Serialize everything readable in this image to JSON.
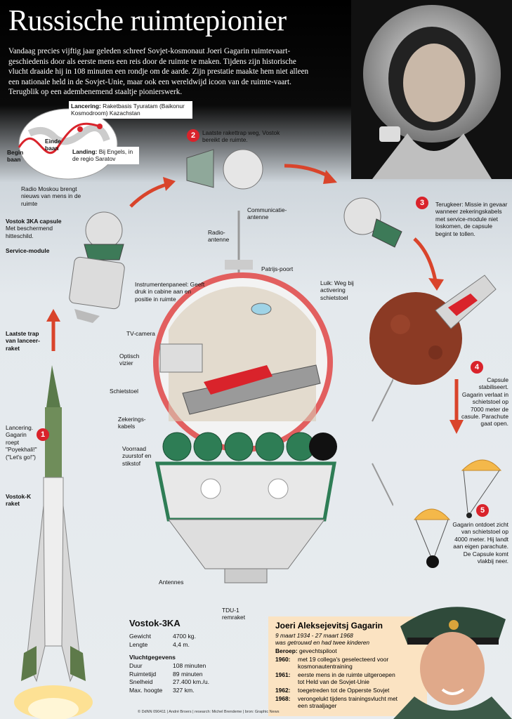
{
  "title": "Russische ruimtepionier",
  "intro": "Vandaag precies vijftig jaar geleden schreef Sovjet-kosmonaut Joeri Gagarin ruimtevaart-geschiedenis door als eerste mens een reis door de ruimte te maken. Tijdens zijn historische vlucht draaide hij in 108 minuten een rondje om de aarde. Zijn prestatie maakte hem niet alleen een nationale held in de Sovjet-Unie, maar ook een wereldwijd icoon van de ruimte-vaart. Terugblik op een adembenemend staaltje pionierswerk.",
  "map": {
    "launch_title": "Lancering:",
    "launch_text": "Raketbasis Tyuratam (Baikonur Kosmodroom) Kazachstan",
    "begin": "Begin baan",
    "end": "Einde baan",
    "landing_title": "Landing:",
    "landing_text": "Bij Engels, in de regio Saratov",
    "radio": "Radio Moskou brengt nieuws van mens in de ruimte"
  },
  "steps": {
    "s1": {
      "num": "1",
      "text": "Lancering. Gagarin roept \"Poyekhali!\" (\"Let's go!\")"
    },
    "s2": {
      "num": "2",
      "text": "Laatste rakettrap weg, Vostok bereikt de ruimte."
    },
    "s3": {
      "num": "3",
      "text": "Terugkeer: Missie in gevaar wanneer zekeringskabels met service-module niet loskomen, de capsule begint te tollen."
    },
    "s4": {
      "num": "4",
      "text": "Capsule stabiliseert. Gagarin verlaat in schietstoel op 7000 meter de casule. Parachute gaat open."
    },
    "s5": {
      "num": "5",
      "text": "Gagarin ontdoet zicht van schietstoel op 4000 meter. Hij landt aan eigen parachute. De Capsule komt vlakbij neer."
    }
  },
  "labels": {
    "capsule_title": "Vostok 3KA capsule",
    "capsule_text": "Met beschermend hitteschild.",
    "service": "Service-module",
    "last_stage": "Laatste trap van lanceer-raket",
    "rocket": "Vostok-K raket",
    "comm_antenna": "Communicatie-antenne",
    "radio_antenna": "Radio-antenne",
    "porthole": "Patrijs-poort",
    "instrument": "Instrumentenpaneel: Geeft druk in cabine aan en positie in ruimte",
    "hatch": "Luik: Weg bij activering schietstoel",
    "tv": "TV-camera",
    "optical": "Optisch vizier",
    "seat": "Schietstoel",
    "cables": "Zekerings-kabels",
    "supply": "Voorraad zuurstof en stikstof",
    "antennas": "Antennes",
    "tdu": "TDU-1 remraket"
  },
  "specs": {
    "title": "Vostok-3KA",
    "rows": [
      [
        "Gewicht",
        "4700 kg."
      ],
      [
        "Lengte",
        "4,4 m."
      ]
    ],
    "flight_title": "Vluchtgegevens",
    "flight_rows": [
      [
        "Duur",
        "108 minuten"
      ],
      [
        "Ruimtetijd",
        "89 minuten"
      ],
      [
        "Snelheid",
        "27.400 km./u."
      ],
      [
        "Max. hoogte",
        "327 km."
      ]
    ]
  },
  "bio": {
    "name": "Joeri Aleksejevitsj Gagarin",
    "dates": "9 maart 1934 - 27 maart 1968",
    "married": "was getrouwd en had twee kinderen",
    "job_label": "Beroep:",
    "job": "gevechtspiloot",
    "events": [
      {
        "year": "1960:",
        "text": "met 19 collega's geselecteerd voor kosmonautentraining"
      },
      {
        "year": "1961:",
        "text": "eerste mens in de ruimte uitgeroepen tot Held van de Sovjet-Unie"
      },
      {
        "year": "1962:",
        "text": "toegetreden tot de Opperste Sovjet"
      },
      {
        "year": "1968:",
        "text": "verongelukt tijdens trainingsvlucht met een straaljager"
      }
    ]
  },
  "credits": "© DdNN 090411 | André Broers | research: Michel Brendeme | bron: Graphic News",
  "colors": {
    "accent_red": "#d9232b",
    "capsule_green": "#2e7d55",
    "capsule_sphere": "#8b3a24",
    "bio_bg": "#fbe3c2"
  }
}
